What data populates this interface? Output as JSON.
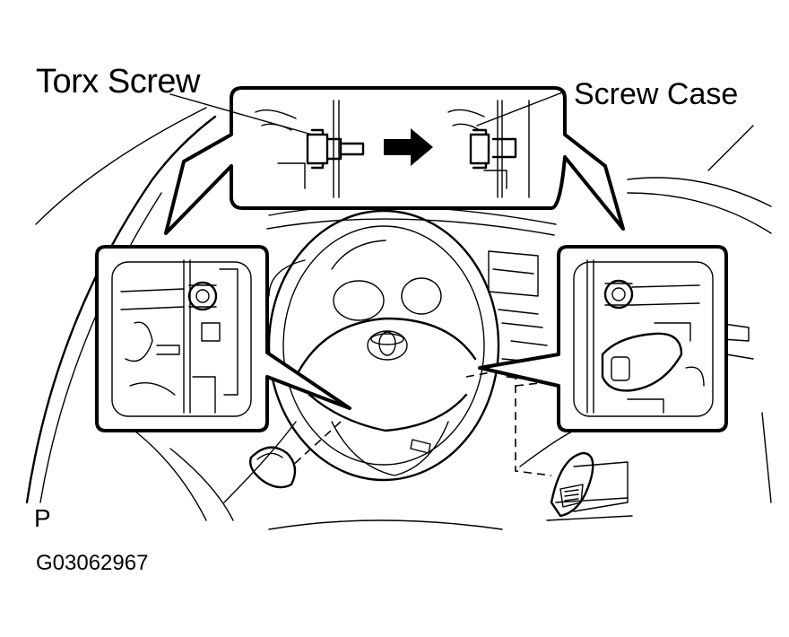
{
  "labels": {
    "torx_screw": "Torx Screw",
    "screw_case": "Screw Case",
    "view_marker": "P",
    "figure_code": "G03062967"
  },
  "icons": {
    "process_arrow": "right-arrow-icon",
    "emblem": "toyota-emblem-icon"
  },
  "colors": {
    "line": "#000000",
    "background": "#ffffff"
  }
}
